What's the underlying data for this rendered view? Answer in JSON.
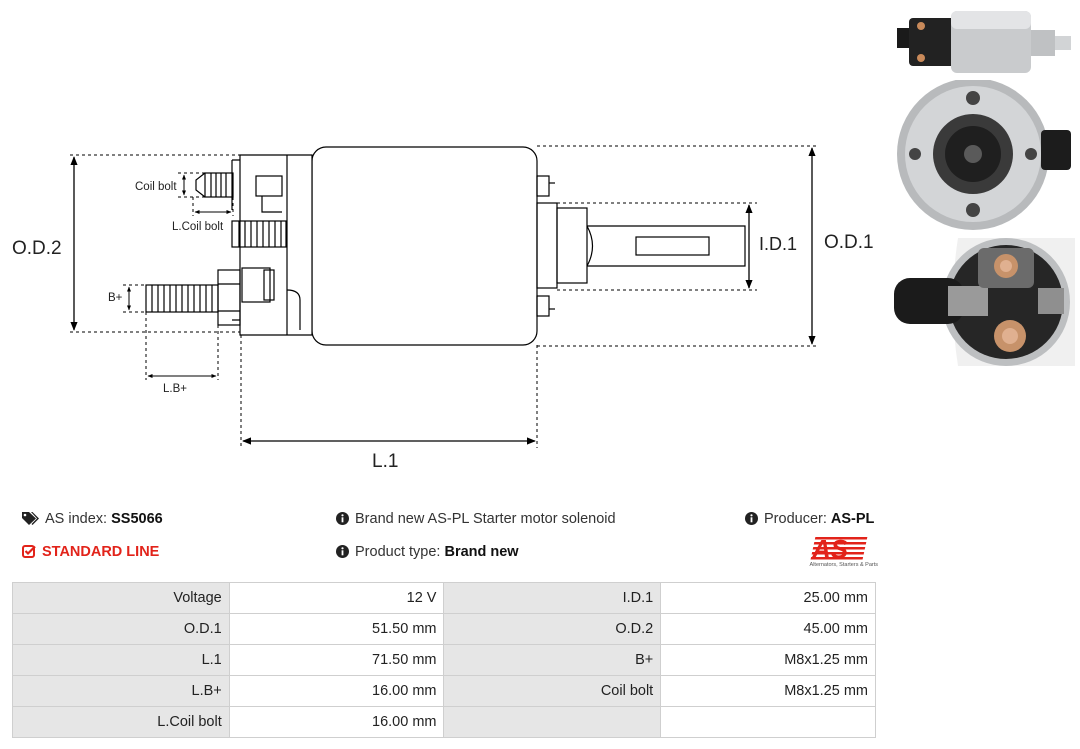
{
  "diagram": {
    "labels": {
      "od2": "O.D.2",
      "od1": "O.D.1",
      "id1": "I.D.1",
      "l1": "L.1",
      "coil_bolt": "Coil bolt",
      "l_coil_bolt": "L.Coil bolt",
      "b_plus": "B+",
      "l_b_plus": "L.B+"
    }
  },
  "info": {
    "as_index_label": "AS index:",
    "as_index_value": "SS5066",
    "line": "STANDARD LINE",
    "description": "Brand new AS-PL Starter motor solenoid",
    "product_type_label": "Product type:",
    "product_type_value": "Brand new",
    "producer_label": "Producer:",
    "producer_value": "AS-PL",
    "logo_text": "AS",
    "logo_tagline": "Alternators, Starters & Parts"
  },
  "colors": {
    "accent": "#e2231a"
  },
  "icons": {
    "tag": "tags-icon",
    "check": "check-square-icon",
    "info": "info-circle-icon"
  },
  "specs": [
    [
      "Voltage",
      "12 V",
      "I.D.1",
      "25.00 mm"
    ],
    [
      "O.D.1",
      "51.50 mm",
      "O.D.2",
      "45.00 mm"
    ],
    [
      "L.1",
      "71.50 mm",
      "B+",
      "M8x1.25 mm"
    ],
    [
      "L.B+",
      "16.00 mm",
      "Coil bolt",
      "M8x1.25 mm"
    ],
    [
      "L.Coil bolt",
      "16.00 mm",
      "",
      ""
    ]
  ]
}
